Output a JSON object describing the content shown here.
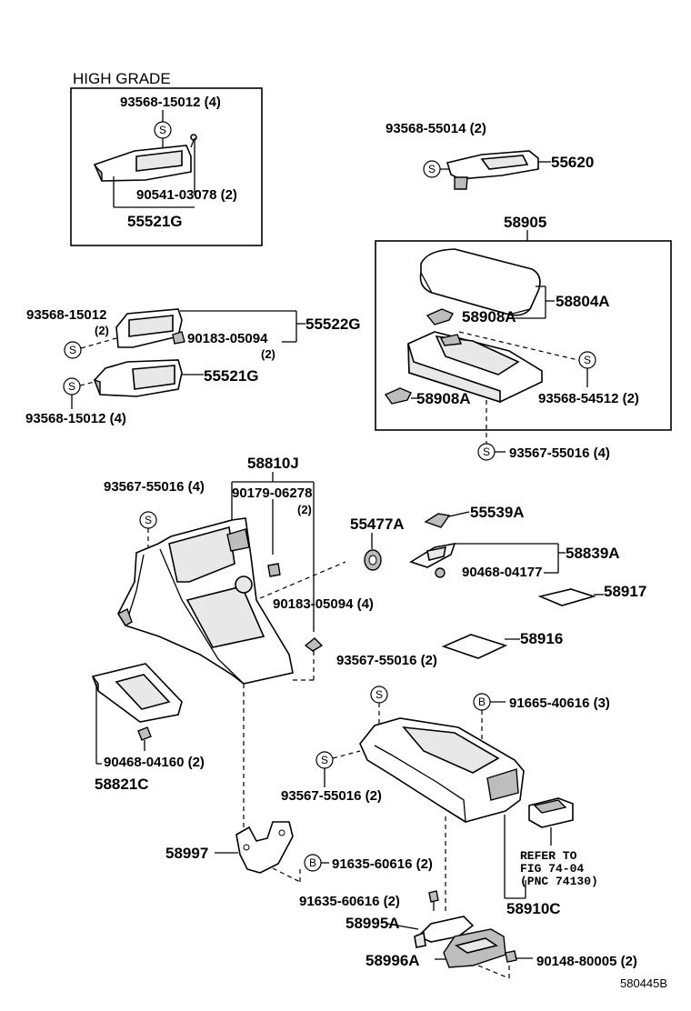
{
  "section_high_grade": {
    "title": "HIGH GRADE"
  },
  "labels": {
    "p93568_15012_4_top": "93568-15012 (4)",
    "p90541_03078": "90541-03078 (2)",
    "p55521G_top": "55521G",
    "p93568_55014": "93568-55014 (2)",
    "p55620": "55620",
    "p58905": "58905",
    "p58804A": "58804A",
    "p58908A_upper": "58908A",
    "p93568_54512": "93568-54512 (2)",
    "p58908A_lower": "58908A",
    "p93567_55016_4_mid": "93567-55016 (4)",
    "p93568_15012_left": "93568-15012",
    "p93568_15012_left_qty": "(2)",
    "p90183_05094_2": "90183-05094",
    "p90183_05094_2_qty": "(2)",
    "p55522G": "55522G",
    "p55521G_mid": "55521G",
    "p93568_15012_4_bottom": "93568-15012 (4)",
    "p58810J": "58810J",
    "p93567_55016_4_left": "93567-55016 (4)",
    "p90179_06278": "90179-06278",
    "p90179_06278_qty": "(2)",
    "p90183_05094_4": "90183-05094 (4)",
    "p55477A": "55477A",
    "p55539A": "55539A",
    "p58839A": "58839A",
    "p90468_04177": "90468-04177",
    "p58917": "58917",
    "p58916": "58916",
    "p93567_55016_2_a": "93567-55016 (2)",
    "p91665_40616": "91665-40616 (3)",
    "p90468_04160": "90468-04160 (2)",
    "p58821C": "58821C",
    "p93567_55016_2_b": "93567-55016 (2)",
    "refer_1": "REFER TO",
    "refer_2": "FIG 74-04",
    "refer_3": "(PNC 74130)",
    "p58997": "58997",
    "p91635_60616_a": "91635-60616 (2)",
    "p91635_60616_b": "91635-60616 (2)",
    "p58910C": "58910C",
    "p58995A": "58995A",
    "p58996A": "58996A",
    "p90148_80005": "90148-80005 (2)",
    "figure_code": "580445B"
  },
  "symbols": {
    "s": "S",
    "b": "B"
  }
}
